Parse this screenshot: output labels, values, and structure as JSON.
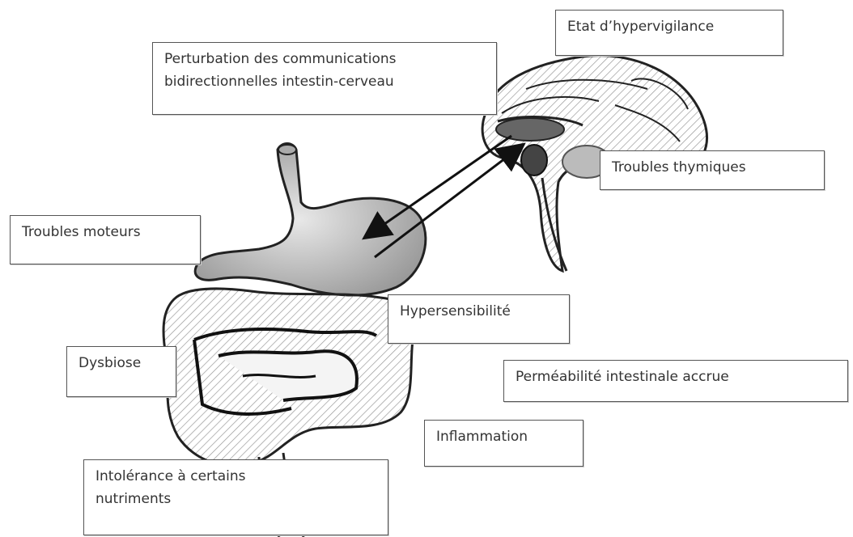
{
  "labels": {
    "hypervigilance": "Etat d’hypervigilance",
    "communication": [
      "Perturbation des communications",
      "bidirectionnelles intestin-cerveau"
    ],
    "thymic": "Troubles thymiques",
    "motor": "Troubles moteurs",
    "hypersensitivity": "Hypersensibilité",
    "dysbiosis": "Dysbiose",
    "permeability": "Perméabilité intestinale accrue",
    "inflammation": "Inflammation",
    "intolerance": [
      "Intolérance à certains",
      "nutriments"
    ]
  },
  "icons": [
    "brain-sketch",
    "stomach-sketch",
    "intestine-sketch",
    "bidirectional-arrow"
  ]
}
